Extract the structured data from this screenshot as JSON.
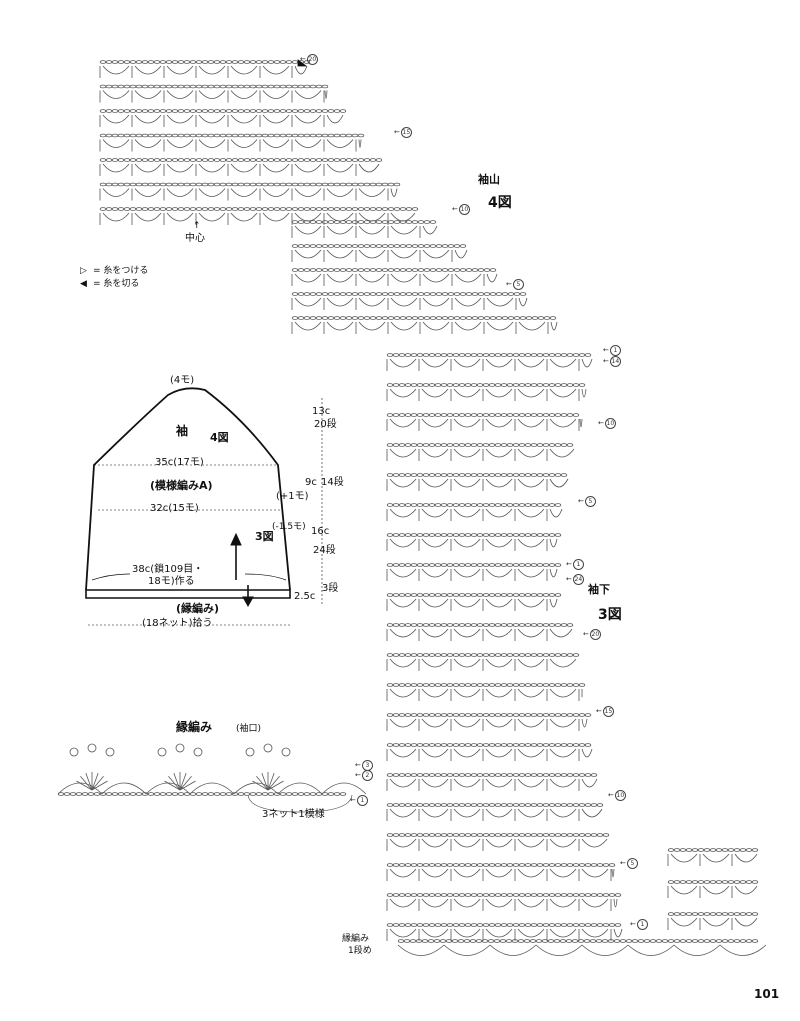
{
  "sleeve_cap": {
    "title": "袖山",
    "figure": "4図"
  },
  "sleeve_under": {
    "title": "袖下",
    "figure": "3図"
  },
  "center_label": "中心",
  "legend": {
    "attach": "= 糸をつける",
    "cut": "= 糸を切る"
  },
  "schematic": {
    "top_count": "(4モ)",
    "title": "袖",
    "figure": "4図",
    "width_upper": "35c(17モ)",
    "pattern": "(模様編みA)",
    "width_middle": "32c(15モ)",
    "foundation_line1": "38c(鎖109目・",
    "foundation_line2": "18モ)作る",
    "edging": "(縁編み)",
    "pickup": "(18ネット)拾う",
    "arrow_fig": "3図",
    "dims": {
      "cap_height": "13c",
      "cap_rows": "20段",
      "mid_height": "9c",
      "mid_rows": "14段",
      "increase": "(+1モ)",
      "decrease": "(-1.5モ)",
      "lower_height": "16c",
      "lower_rows": "24段",
      "edge_height": "2.5c",
      "edge_rows": "3段"
    }
  },
  "edging_chart": {
    "title": "縁編み",
    "subtitle": "(袖口)",
    "repeat_label": "3ネット1模様",
    "row_marks": [
      "3",
      "2",
      "1"
    ]
  },
  "bottom_edge_label_line1": "縁編み",
  "bottom_edge_label_line2": "1段め",
  "row_markers": {
    "cap": [
      "20",
      "15",
      "10",
      "5",
      "1"
    ],
    "under": [
      "14",
      "10",
      "5",
      "1",
      "24",
      "20",
      "15",
      "10",
      "5",
      "1"
    ]
  },
  "page_number": "101"
}
